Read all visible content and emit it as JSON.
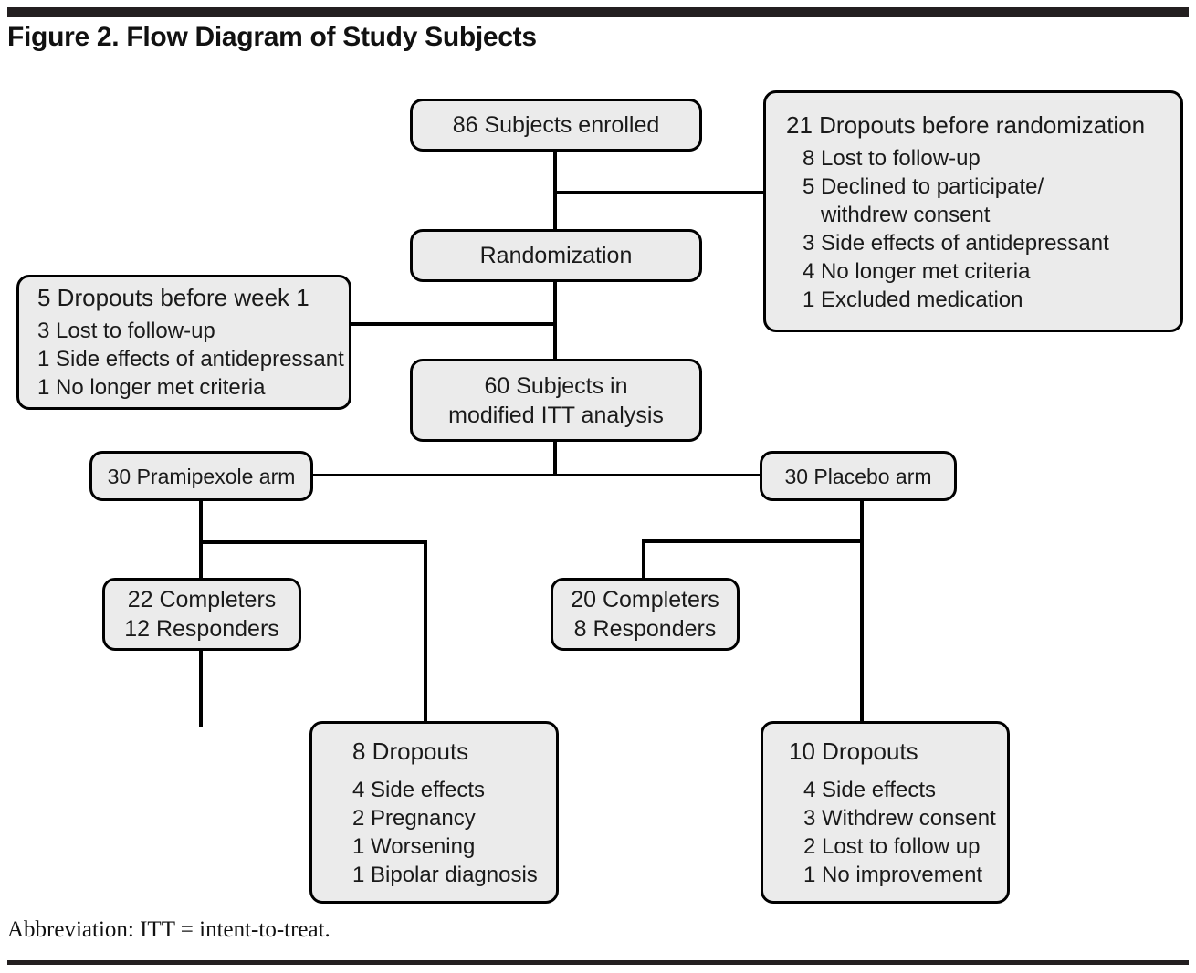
{
  "figure": {
    "title": "Figure 2. Flow Diagram of Study Subjects",
    "note": "Abbreviation: ITT = intent-to-treat."
  },
  "colors": {
    "box_fill": "#ebebeb",
    "box_border": "#000000",
    "rule": "#231f20",
    "text": "#1a1a1a"
  },
  "nodes": {
    "enrolled": {
      "title": "86 Subjects enrolled"
    },
    "dropouts_randomization": {
      "head": "21 Dropouts before randomization",
      "items": [
        "8 Lost to follow-up",
        "5 Declined to participate/",
        "   withdrew consent",
        "3 Side effects of antidepressant",
        "4 No longer met criteria",
        "1 Excluded medication"
      ]
    },
    "randomization": {
      "title": "Randomization"
    },
    "dropouts_week1": {
      "head": "5 Dropouts before week 1",
      "items": [
        "3 Lost to follow-up",
        "1 Side effects of antidepressant",
        "1 No longer met criteria"
      ]
    },
    "itt": {
      "line1": "60 Subjects in",
      "line2": "modified ITT analysis"
    },
    "pramipexole_arm": {
      "title": "30 Pramipexole arm"
    },
    "placebo_arm": {
      "title": "30 Placebo arm"
    },
    "pramipexole_completers": {
      "line1": "22 Completers",
      "line2": "12 Responders"
    },
    "placebo_completers": {
      "line1": "20 Completers",
      "line2": "8 Responders"
    },
    "pramipexole_dropouts": {
      "head": "8 Dropouts",
      "items": [
        "4 Side effects",
        "2 Pregnancy",
        "1 Worsening",
        "1 Bipolar diagnosis"
      ]
    },
    "placebo_dropouts": {
      "head": "10 Dropouts",
      "items": [
        "4 Side effects",
        "3 Withdrew consent",
        "2 Lost to follow up",
        "1 No improvement"
      ]
    }
  }
}
